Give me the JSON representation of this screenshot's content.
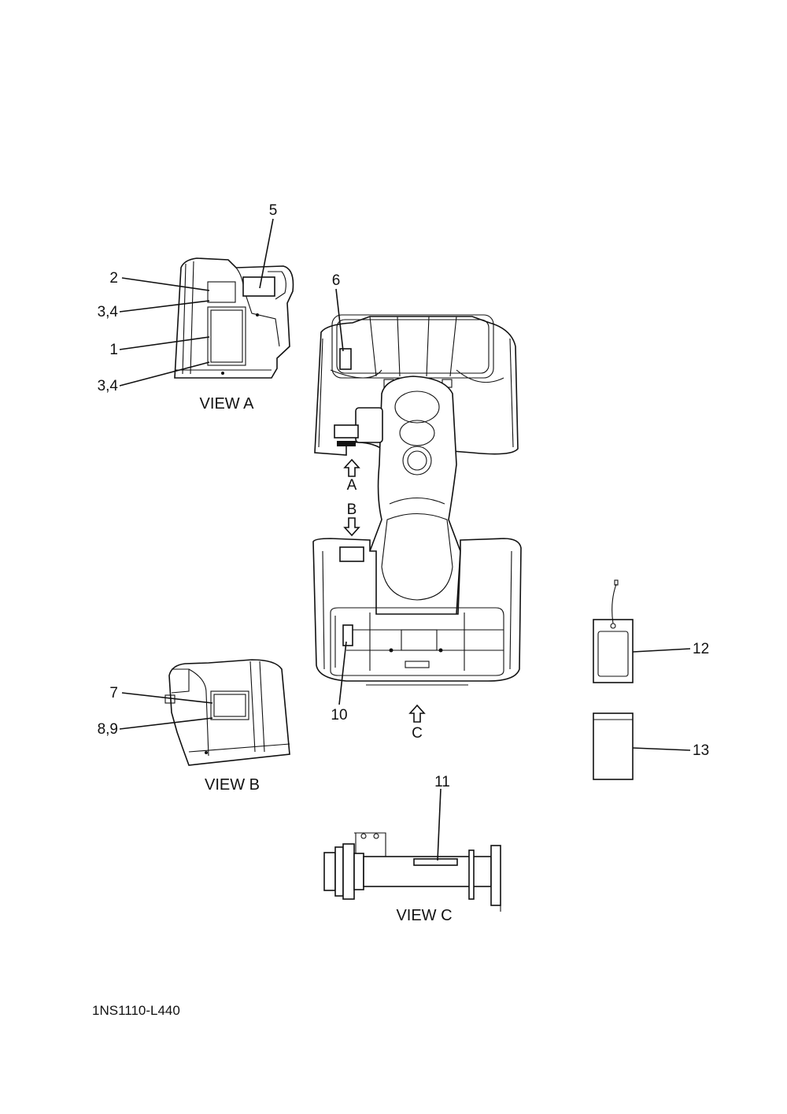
{
  "callouts": {
    "c1": "1",
    "c2": "2",
    "c34a": "3,4",
    "c34b": "3,4",
    "c5": "5",
    "c6": "6",
    "c7": "7",
    "c89": "8,9",
    "c10": "10",
    "c11": "11",
    "c12": "12",
    "c13": "13"
  },
  "view_labels": {
    "a": "VIEW A",
    "b": "VIEW B",
    "c": "VIEW C"
  },
  "arrow_labels": {
    "a": "A",
    "b": "B",
    "c": "C"
  },
  "drawing_code": "1NS1110-L440"
}
